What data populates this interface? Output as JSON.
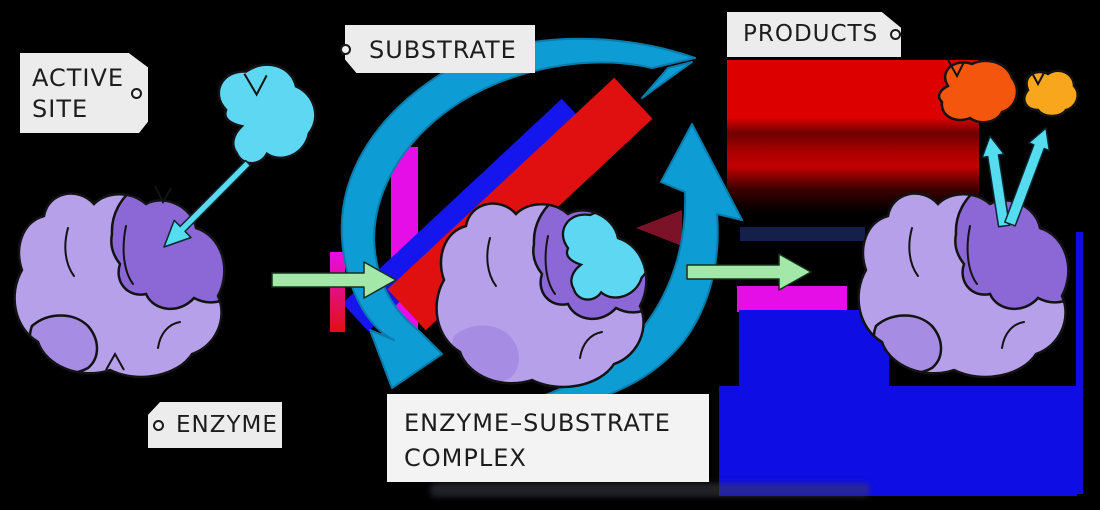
{
  "labels": {
    "active_site": {
      "line1": "ACTIVE",
      "line2": "SITE"
    },
    "substrate": "SUBSTRATE",
    "products": "PRODUCTS",
    "enzyme": "ENZYME",
    "complex": {
      "line1": "ENZYME–SUBSTRATE",
      "line2": "COMPLEX"
    }
  },
  "colors": {
    "background": "#000000",
    "enzyme_body": "#b7a0ea",
    "active_site_region": "#8b68d6",
    "enzyme_patch": "#a78ce3",
    "substrate": "#5ed7f3",
    "cycle_arrow": "#0d9cd4",
    "green_arrow": "#a3e7a9",
    "cyan_arrow": "#55dcef",
    "product_primary": "#f4560e",
    "product_secondary": "#f8a71d",
    "label_bg": "#ececec",
    "label_text": "#1d1d1d"
  },
  "icons": {
    "cycle_arrow": "counterclockwise-cycle-arrows",
    "stage_transition_arrow": "right-arrow",
    "substrate_binding_arrow": "down-left-arrow",
    "products_release_arrows": "diverging-up-arrows",
    "tag_connector": "circle-pin",
    "pointer_tick": "open-v-arrowhead"
  }
}
